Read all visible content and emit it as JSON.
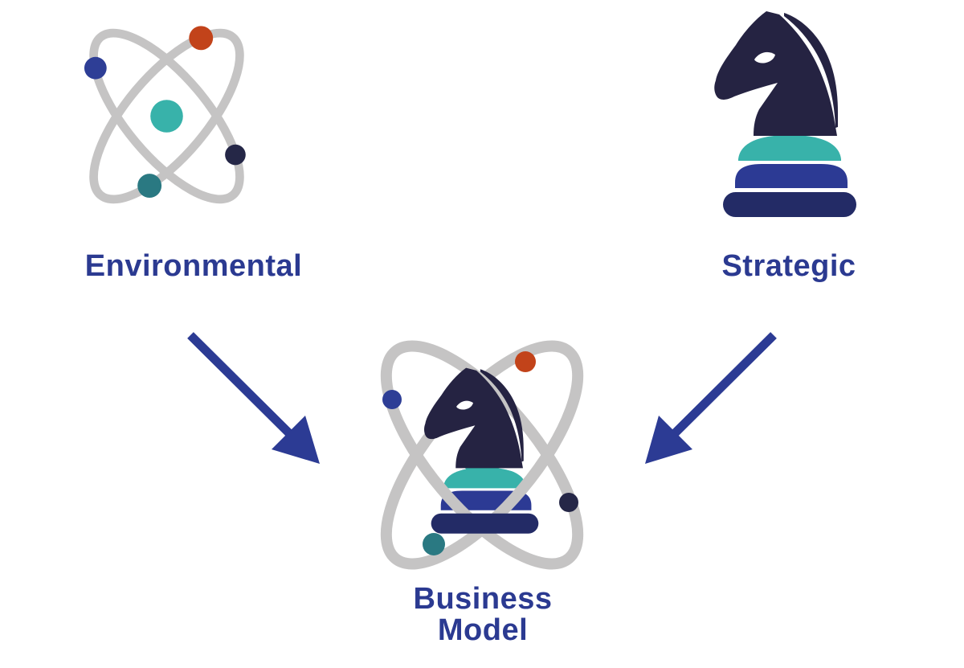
{
  "diagram": {
    "nodes": {
      "environmental": {
        "label": "Environmental",
        "icon": "atom-icon"
      },
      "strategic": {
        "label": "Strategic",
        "icon": "chess-knight-icon"
      },
      "business_model": {
        "label": "Business Model",
        "line1": "Business",
        "line2": "Model",
        "icon": "atom-knight-combined-icon"
      }
    },
    "edges": [
      {
        "from": "environmental",
        "to": "business_model",
        "icon": "arrow-down-right"
      },
      {
        "from": "strategic",
        "to": "business_model",
        "icon": "arrow-down-left"
      }
    ]
  },
  "colors": {
    "background": "#FFFFFF",
    "label-blue": "#2B3A91",
    "arrow-blue": "#2C3B94",
    "orbit-gray": "#C5C4C4",
    "nucleus-teal": "#38B2AA",
    "electron-orange": "#C2431A",
    "electron-blue": "#2E3E96",
    "electron-navy": "#252747",
    "electron-teal": "#2A7982",
    "knight-navy": "#252342",
    "base-teal": "#38B2AA",
    "base-blue": "#2C3A94",
    "base-navy": "#232B66",
    "eye-white": "#FFFFFF"
  }
}
